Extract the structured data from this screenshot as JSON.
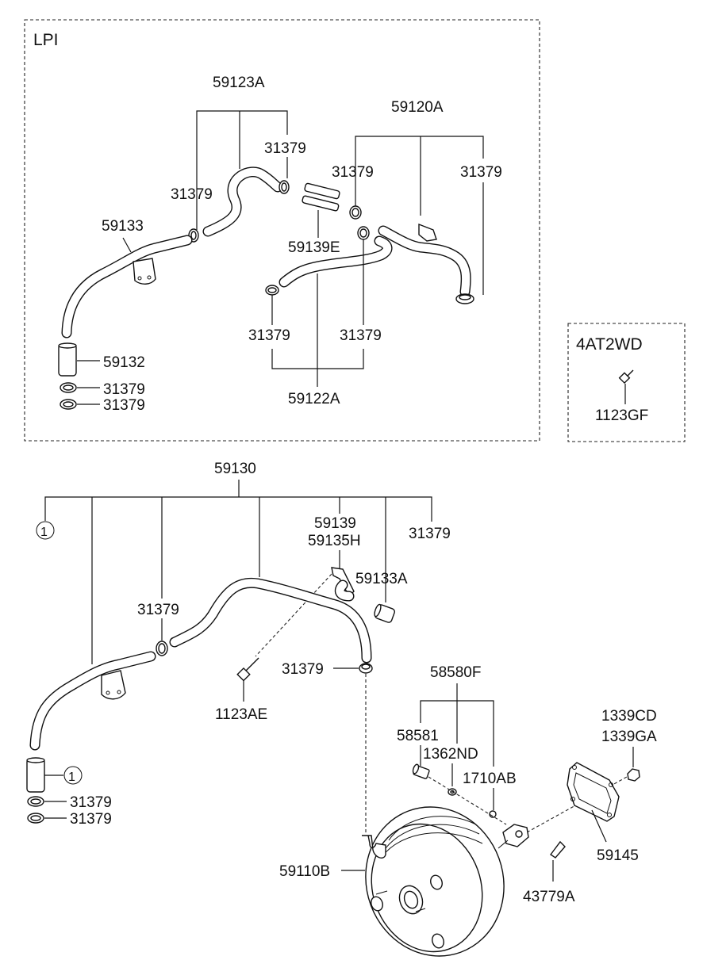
{
  "sections": {
    "lpi_title": "LPI",
    "at2wd_title": "4AT2WD",
    "circle_ref": "1"
  },
  "labels": {
    "p59123A": "59123A",
    "p59120A": "59120A",
    "p59133": "59133",
    "p59139E": "59139E",
    "p59132": "59132",
    "p59122A": "59122A",
    "p1123GF": "1123GF",
    "p59130": "59130",
    "p59139": "59139",
    "p59135H": "59135H",
    "p59133A": "59133A",
    "p1123AE": "1123AE",
    "p58580F": "58580F",
    "p58581": "58581",
    "p1362ND": "1362ND",
    "p1710AB": "1710AB",
    "p1339CD": "1339CD",
    "p1339GA": "1339GA",
    "p59145": "59145",
    "p59110B": "59110B",
    "p43779A": "43779A",
    "p31379": "31379"
  }
}
